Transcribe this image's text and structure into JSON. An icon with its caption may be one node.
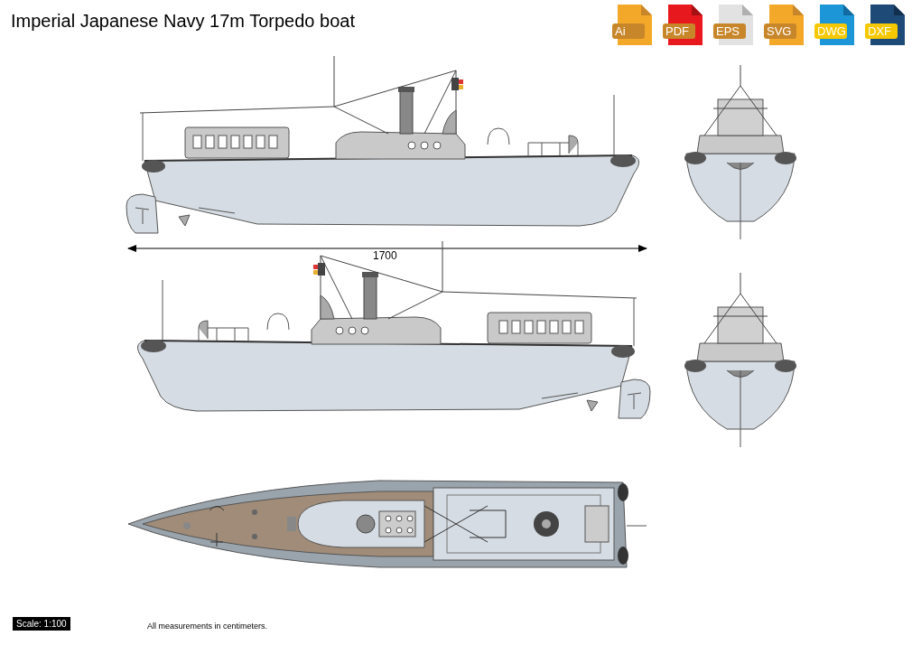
{
  "diagram": {
    "title": "Imperial Japanese Navy 17m Torpedo boat",
    "labels": [
      "Ai",
      "PDF",
      "EPS",
      "SVG",
      "DWG",
      "DXF",
      "1700",
      "Scale: 1:100",
      "All measurements in centimeters."
    ]
  }
}
